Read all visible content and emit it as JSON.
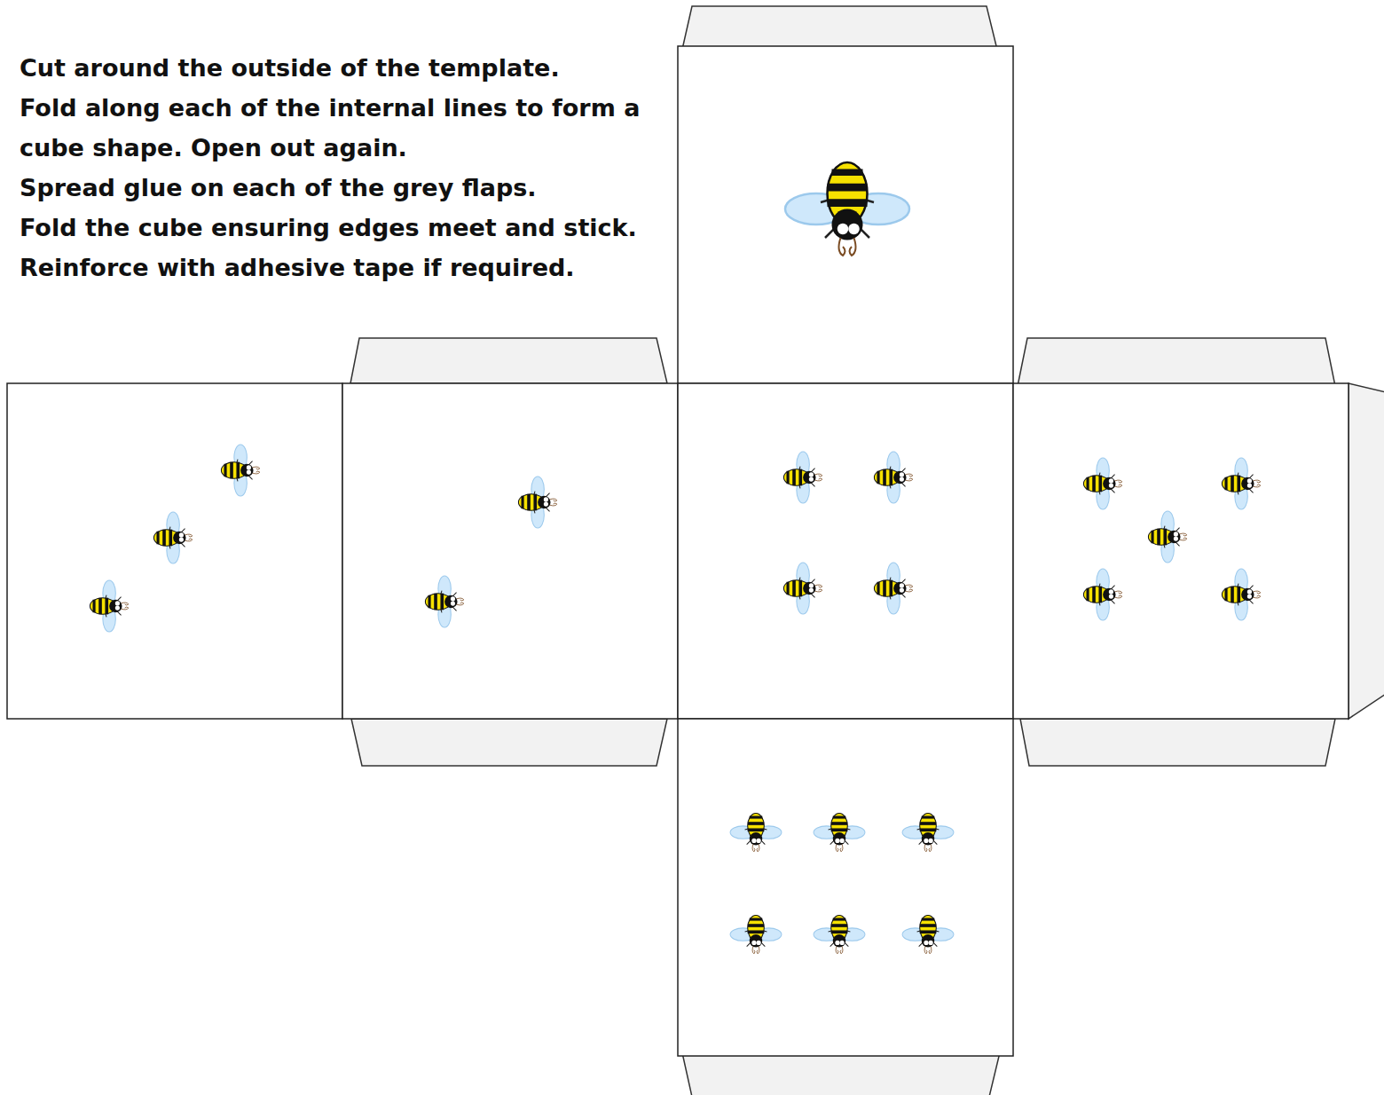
{
  "diagram": {
    "labels": [
      "Cut around the outside of the template.",
      "Fold along each of the internal lines to form a cube shape. Open out again.",
      "Spread glue on each of the grey flaps.",
      "Fold the cube ensuring edges meet and stick.",
      "Reinforce with adhesive tape if required."
    ]
  }
}
